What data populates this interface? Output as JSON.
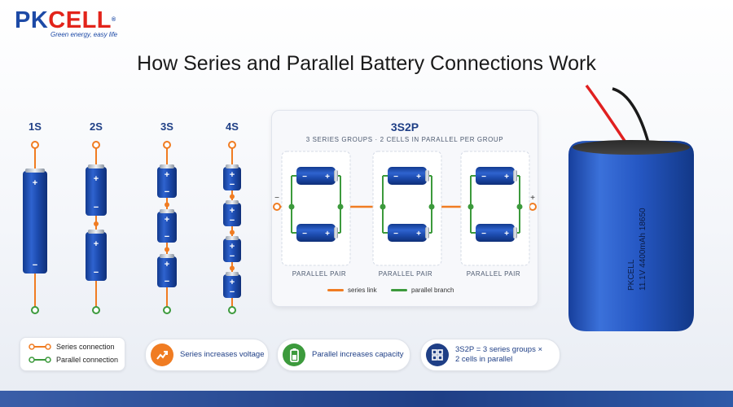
{
  "brand": {
    "name_part1": "PK",
    "name_part2": "CELL",
    "trademark": "®",
    "tagline": "Green energy, easy life"
  },
  "title": "How Series and Parallel Battery Connections Work",
  "series_columns": [
    {
      "label": "1S",
      "cells": 1
    },
    {
      "label": "2S",
      "cells": 2
    },
    {
      "label": "3S",
      "cells": 3
    },
    {
      "label": "4S",
      "cells": 4
    }
  ],
  "terminal_signs": {
    "positive": "+",
    "negative": "−"
  },
  "panel": {
    "title": "3S2P",
    "subtitle": "3 SERIES GROUPS · 2 CELLS IN PARALLEL PER GROUP",
    "pair_label": "PARALLEL PAIR",
    "negative_sign": "−",
    "positive_sign": "+",
    "legend": [
      {
        "label": "series link",
        "color": "#f07c22"
      },
      {
        "label": "parallel branch",
        "color": "#3c9a3c"
      }
    ]
  },
  "legend_key": {
    "series": {
      "label": "Series connection",
      "color": "#f07c22"
    },
    "parallel": {
      "label": "Parallel connection",
      "color": "#3c9a3c"
    }
  },
  "info_pills": [
    {
      "icon": "chart-up-icon",
      "text": "Series increases voltage",
      "color": "#f07c22"
    },
    {
      "icon": "battery-icon",
      "text": "Parallel increases capacity",
      "color": "#3c9a3c"
    },
    {
      "icon": "grid-icon",
      "text_line1": "3S2P = 3 series groups ×",
      "text_line2": "2 cells in parallel",
      "color": "#1f3f86"
    }
  ],
  "battery_pack": {
    "brand": "PKCELL",
    "spec": "11.1V 4400mAh 18650",
    "wire_colors": [
      "#e02020",
      "#1a1a1a"
    ]
  },
  "colors": {
    "cell_blue": "#1d4cb0",
    "series": "#f07c22",
    "parallel": "#3c9a3c",
    "brand_blue": "#1d4aa6",
    "brand_red": "#e2231a"
  }
}
